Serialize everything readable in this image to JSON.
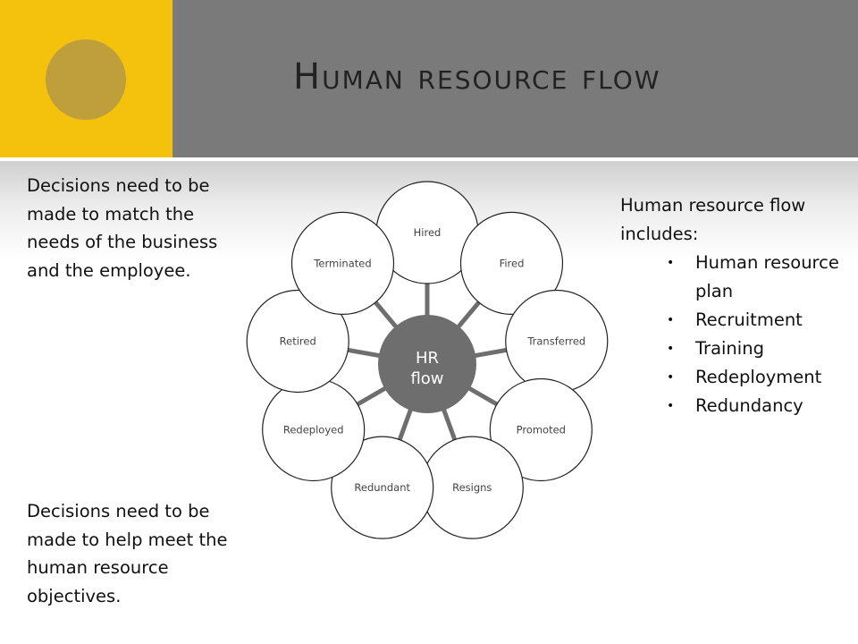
{
  "slide": {
    "title": "Human resource flow",
    "note_top": "Decisions need to be made to match the needs of the business and the employee.",
    "note_bottom": "Decisions need to be made to help meet the human resource objectives."
  },
  "includes": {
    "heading": "Human resource flow includes:",
    "items": [
      "Human resource plan",
      "Recruitment",
      "Training",
      "Redeployment",
      "Redundancy"
    ]
  },
  "diagram": {
    "hub": {
      "line1": "HR",
      "line2": "flow"
    },
    "nodes": [
      "Hired",
      "Fired",
      "Transferred",
      "Promoted",
      "Resigns",
      "Redundant",
      "Redeployed",
      "Retired",
      "Terminated"
    ]
  },
  "colors": {
    "header": "#7a7a7a",
    "accent": "#f4c20d",
    "accent_circle": "#bf9f3b",
    "hub": "#6e6e6e",
    "spoke": "#6e6e6e",
    "node_stroke": "#222222"
  }
}
